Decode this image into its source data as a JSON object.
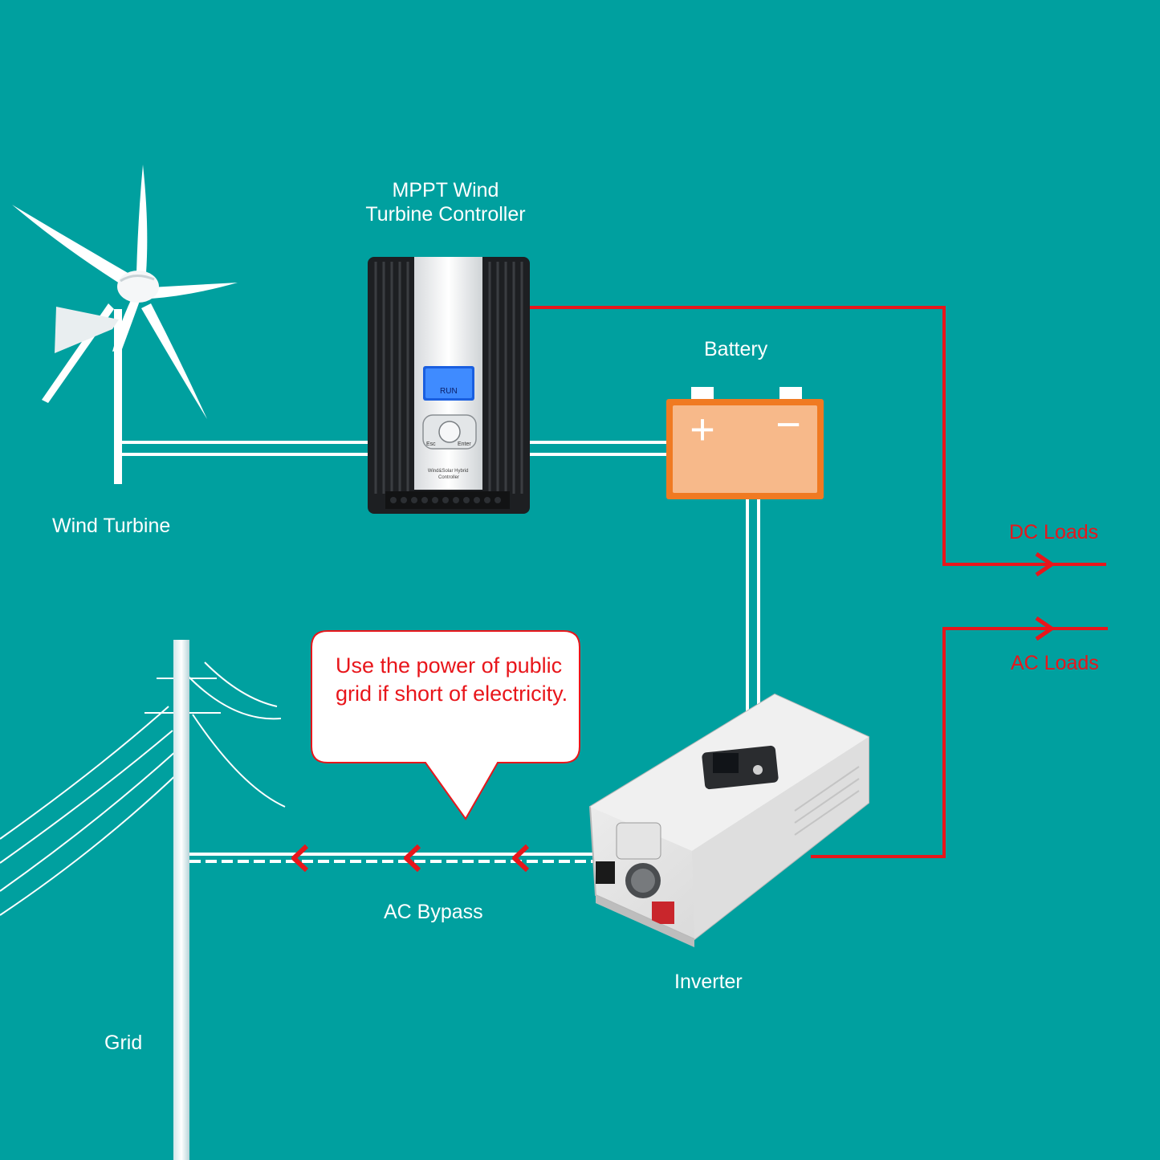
{
  "labels": {
    "controller": "MPPT Wind\nTurbine Controller",
    "battery": "Battery",
    "wind_turbine": "Wind Turbine",
    "dc_loads": "DC Loads",
    "ac_loads": "AC Loads",
    "ac_bypass": "AC Bypass",
    "inverter": "Inverter",
    "grid": "Grid"
  },
  "callout": "Use the power of public grid if short of electricity.",
  "controller_device": {
    "lcd_text": "RUN",
    "btn_esc": "Esc",
    "btn_enter": "Enter",
    "caption": "Wind&Solar Hybrid\nController"
  },
  "battery_device": {
    "plus": "+",
    "minus": "−"
  },
  "colors": {
    "background": "#00a09f",
    "power_line_white": "#ffffff",
    "load_line_red": "#e8161b",
    "battery_fill": "#f7b98a",
    "battery_border": "#f07a22"
  }
}
